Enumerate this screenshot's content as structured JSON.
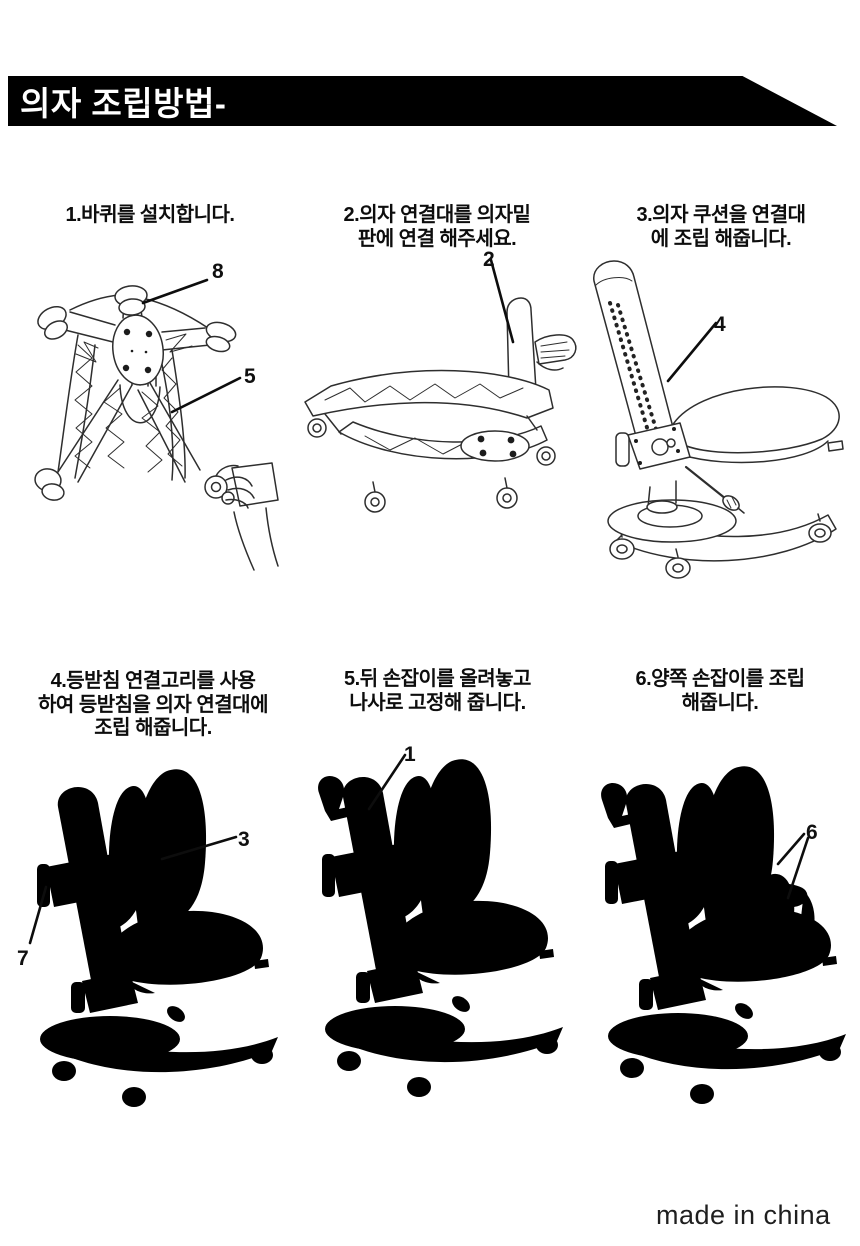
{
  "header": {
    "title": "의자 조립방법-",
    "bar_color": "#000000",
    "text_color": "#ffffff"
  },
  "footer": {
    "made_in": "made in china"
  },
  "steps": [
    {
      "number": 1,
      "caption_lines": [
        "1.바퀴를 설치합니다."
      ],
      "illustration": "chair-star-base-with-casters-and-hand-inserting-wheel",
      "callouts": [
        {
          "label": "8"
        },
        {
          "label": "5"
        }
      ]
    },
    {
      "number": 2,
      "caption_lines": [
        "2.의자 연결대를 의자밑",
        "판에 연결 해주세요."
      ],
      "illustration": "seat-bottom-plate-with-connector-column-held-by-hand",
      "callouts": [
        {
          "label": "2"
        }
      ]
    },
    {
      "number": 3,
      "caption_lines": [
        "3.의자 쿠션을 연결대",
        "에 조립 해줍니다."
      ],
      "illustration": "seat-cushion-mounted-on-connector-column",
      "callouts": [
        {
          "label": "4"
        }
      ]
    },
    {
      "number": 4,
      "caption_lines": [
        "4.등받침 연결고리를 사용",
        "하여 등받침을 의자 연결대에",
        "조립 해줍니다."
      ],
      "illustration": "backrest-attached-with-connecting-hook",
      "callouts": [
        {
          "label": "3"
        },
        {
          "label": "7"
        }
      ]
    },
    {
      "number": 5,
      "caption_lines": [
        "5.뒤 손잡이를 올려놓고",
        "나사로 고정해 줍니다."
      ],
      "illustration": "rear-handle-placed-and-screwed",
      "callouts": [
        {
          "label": "1"
        }
      ]
    },
    {
      "number": 6,
      "caption_lines": [
        "6.양쪽 손잡이를 조립",
        "해줍니다."
      ],
      "illustration": "both-armrests-assembled",
      "callouts": [
        {
          "label": "6"
        }
      ]
    }
  ]
}
